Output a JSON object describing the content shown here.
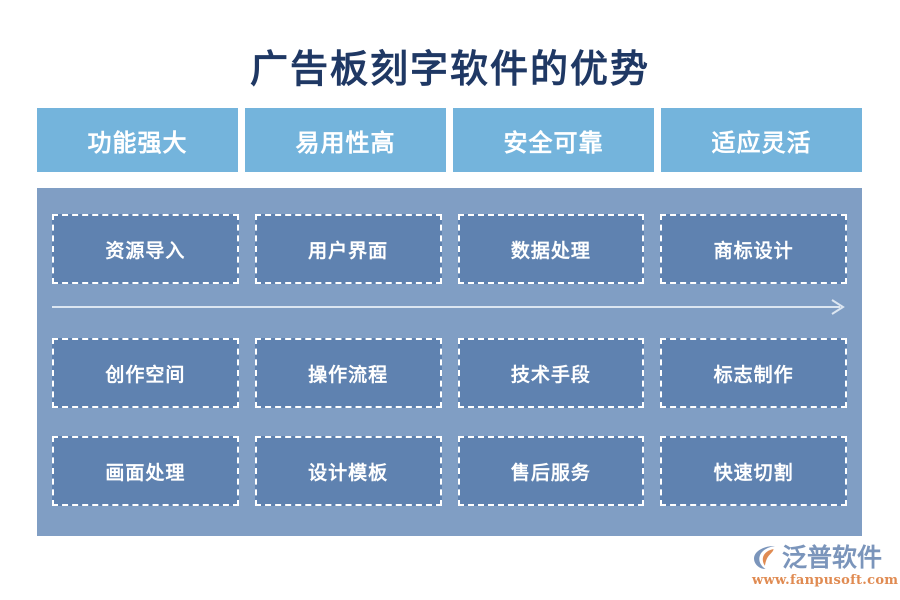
{
  "page": {
    "title": "广告板刻字软件的优势",
    "background_color": "#ffffff",
    "title_color": "#1f3864"
  },
  "colors": {
    "header_cell": "#74b4dc",
    "panel": "#809ec4",
    "cell": "#5f82b0",
    "cell_border": "#ffffff",
    "arrow": "#dce6f1",
    "logo_text": "#7b95bb",
    "logo_url": "#e08b52",
    "logo_mark": "#7b95bb",
    "logo_swoosh": "#e08b52"
  },
  "header": {
    "columns": [
      {
        "label": "功能强大"
      },
      {
        "label": "易用性高"
      },
      {
        "label": "安全可靠"
      },
      {
        "label": "适应灵活"
      }
    ]
  },
  "matrix": {
    "rows": [
      {
        "name": "row-1",
        "cells": [
          {
            "label": "资源导入"
          },
          {
            "label": "用户界面"
          },
          {
            "label": "数据处理"
          },
          {
            "label": "商标设计"
          }
        ]
      },
      {
        "name": "row-2",
        "cells": [
          {
            "label": "创作空间"
          },
          {
            "label": "操作流程"
          },
          {
            "label": "技术手段"
          },
          {
            "label": "标志制作"
          }
        ]
      },
      {
        "name": "row-3",
        "cells": [
          {
            "label": "画面处理"
          },
          {
            "label": "设计模板"
          },
          {
            "label": "售后服务"
          },
          {
            "label": "快速切割"
          }
        ]
      }
    ]
  },
  "arrow": {
    "icon": "right-arrow-icon",
    "direction": "right"
  },
  "logo": {
    "mark_icon": "fanpu-leaf-icon",
    "name": "泛普软件",
    "url": "www.fanpusoft.com"
  }
}
